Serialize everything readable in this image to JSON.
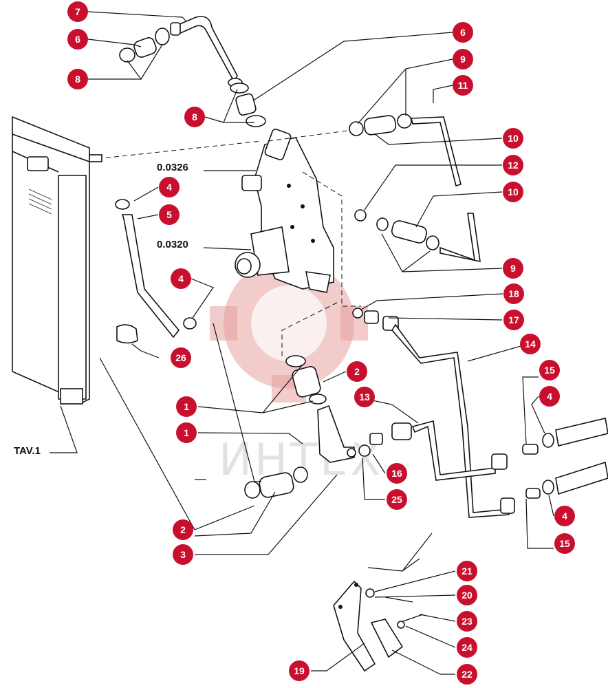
{
  "diagram": {
    "codes": {
      "upper": "0.0326",
      "lower": "0.0320"
    },
    "table_ref": "TAV.1",
    "watermark": "ИНТЕХ",
    "callouts": [
      {
        "id": "c7a",
        "label": "7"
      },
      {
        "id": "c6a",
        "label": "6"
      },
      {
        "id": "c8a",
        "label": "8"
      },
      {
        "id": "c8b",
        "label": "8"
      },
      {
        "id": "c6b",
        "label": "6"
      },
      {
        "id": "c9a",
        "label": "9"
      },
      {
        "id": "c11",
        "label": "11"
      },
      {
        "id": "c10a",
        "label": "10"
      },
      {
        "id": "c12",
        "label": "12"
      },
      {
        "id": "c10b",
        "label": "10"
      },
      {
        "id": "c4a",
        "label": "4"
      },
      {
        "id": "c5",
        "label": "5"
      },
      {
        "id": "c9b",
        "label": "9"
      },
      {
        "id": "c4b",
        "label": "4"
      },
      {
        "id": "c18",
        "label": "18"
      },
      {
        "id": "c17",
        "label": "17"
      },
      {
        "id": "c26",
        "label": "26"
      },
      {
        "id": "c14",
        "label": "14"
      },
      {
        "id": "c2a",
        "label": "2"
      },
      {
        "id": "c15a",
        "label": "15"
      },
      {
        "id": "c13",
        "label": "13"
      },
      {
        "id": "c4c",
        "label": "4"
      },
      {
        "id": "c1a",
        "label": "1"
      },
      {
        "id": "c1b",
        "label": "1"
      },
      {
        "id": "c16",
        "label": "16"
      },
      {
        "id": "c25",
        "label": "25"
      },
      {
        "id": "c4d",
        "label": "4"
      },
      {
        "id": "c2b",
        "label": "2"
      },
      {
        "id": "c15b",
        "label": "15"
      },
      {
        "id": "c3",
        "label": "3"
      },
      {
        "id": "c21",
        "label": "21"
      },
      {
        "id": "c20",
        "label": "20"
      },
      {
        "id": "c23",
        "label": "23"
      },
      {
        "id": "c24",
        "label": "24"
      },
      {
        "id": "c19",
        "label": "19"
      },
      {
        "id": "c22",
        "label": "22"
      }
    ]
  }
}
